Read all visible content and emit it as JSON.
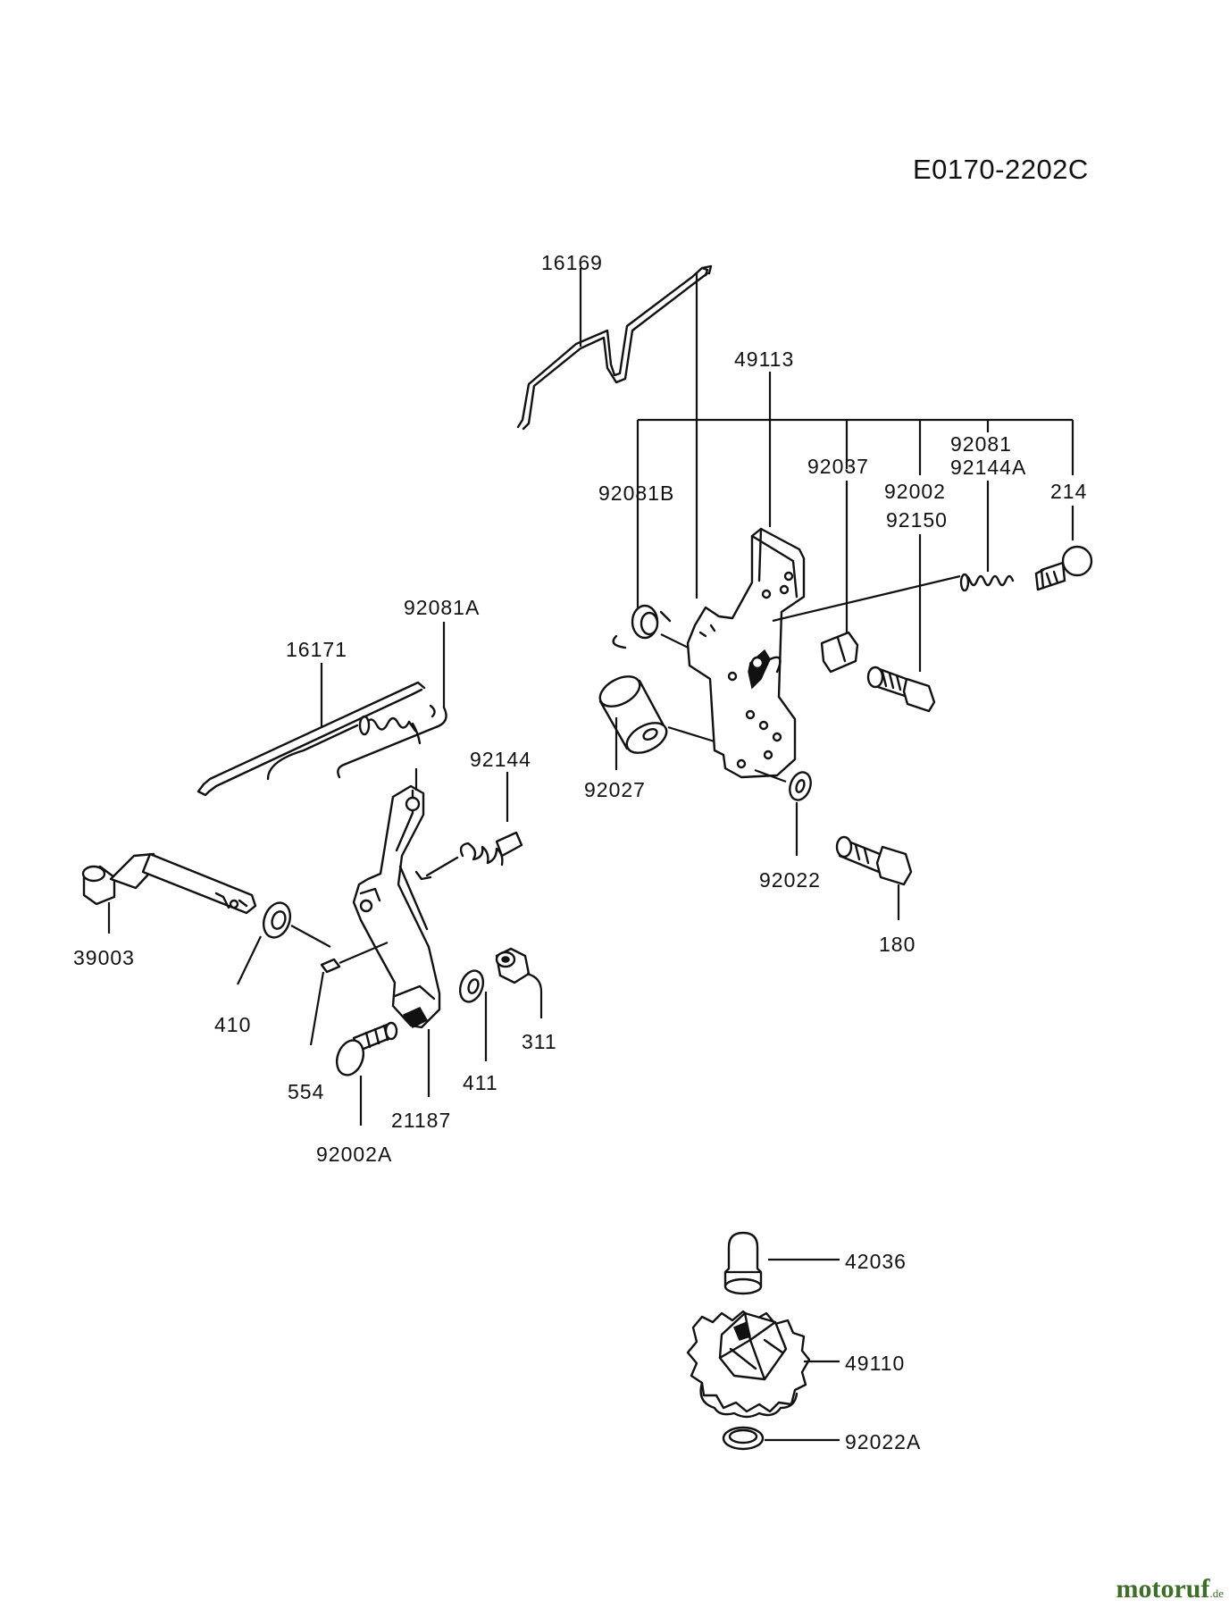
{
  "diagram_code": "E0170-2202C",
  "labels": {
    "p16169": "16169",
    "p49113": "49113",
    "p92081B": "92081B",
    "p92037": "92037",
    "p92081": "92081",
    "p92144A": "92144A",
    "p92002": "92002",
    "p92150": "92150",
    "p214": "214",
    "p92081A": "92081A",
    "p16171": "16171",
    "p92144": "92144",
    "p92027": "92027",
    "p92022": "92022",
    "p180": "180",
    "p39003": "39003",
    "p410": "410",
    "p554": "554",
    "p411": "411",
    "p311": "311",
    "p21187": "21187",
    "p92002A": "92002A",
    "p42036": "42036",
    "p49110": "49110",
    "p92022A": "92022A"
  },
  "watermark": {
    "name": "motoruf",
    "tld": ".de"
  }
}
